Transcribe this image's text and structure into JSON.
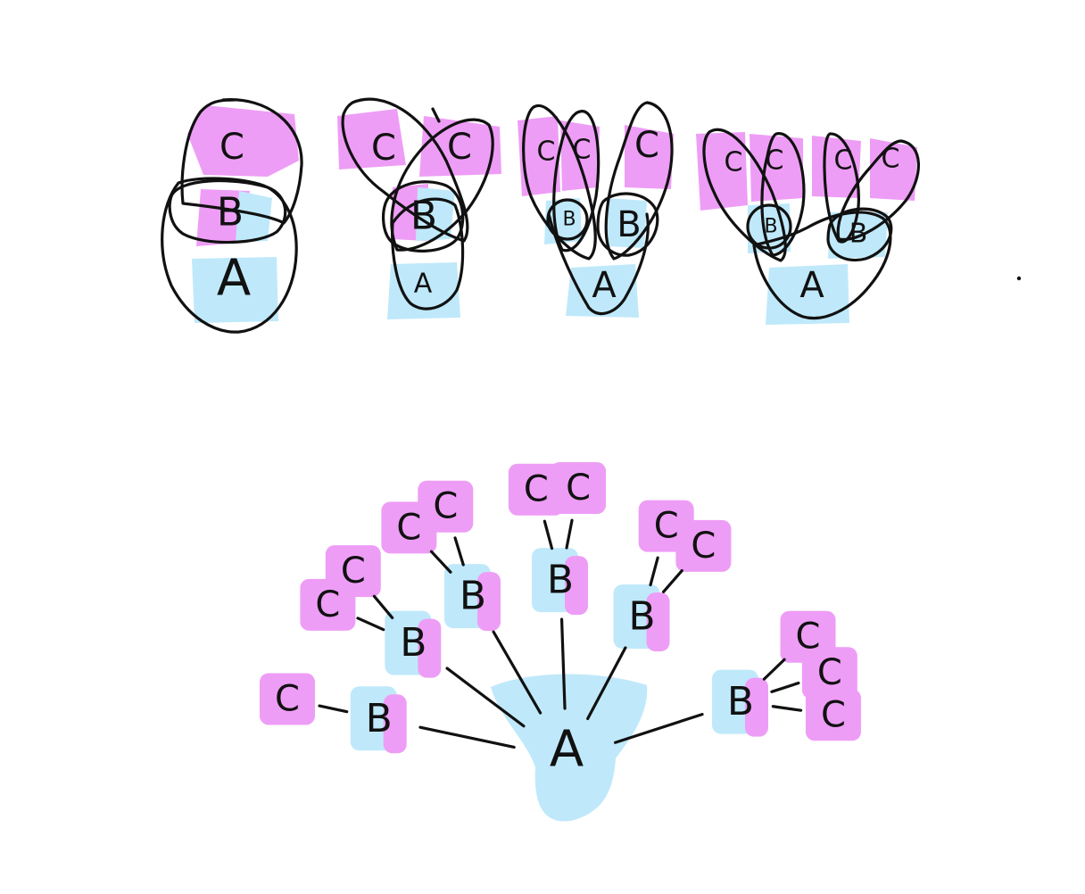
{
  "colors": {
    "ink": "#111111",
    "a_fill": "#bfe9fa",
    "b_fill": "#bfe9fa",
    "c_fill": "#ee9df6",
    "background": "#ffffff"
  },
  "labels": {
    "a": "A",
    "b": "B",
    "c": "C"
  },
  "euler_panels": [
    {
      "name": "one-b-one-c"
    },
    {
      "name": "one-b-two-c"
    },
    {
      "name": "two-b-three-c"
    },
    {
      "name": "two-b-four-c"
    }
  ],
  "tree": {
    "root": "A",
    "branches": [
      {
        "b": "B",
        "c": [
          "C"
        ]
      },
      {
        "b": "B",
        "c": [
          "C",
          "C"
        ]
      },
      {
        "b": "B",
        "c": [
          "C",
          "C"
        ]
      },
      {
        "b": "B",
        "c": [
          "C",
          "C"
        ]
      },
      {
        "b": "B",
        "c": [
          "C",
          "C"
        ]
      },
      {
        "b": "B",
        "c": [
          "C",
          "C",
          "C"
        ]
      }
    ]
  }
}
